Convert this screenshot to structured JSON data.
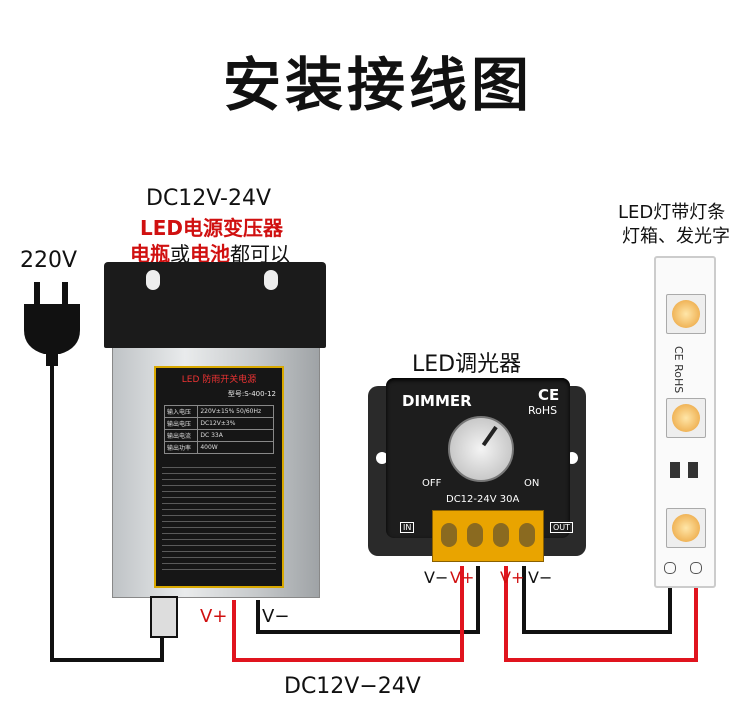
{
  "title": "安装接线图",
  "power_supply": {
    "voltage_range": "DC12V-24V",
    "name": "LED电源变压器",
    "alt_line_part1": "电瓶",
    "alt_line_part2": "或",
    "alt_line_part3": "电池",
    "alt_line_part4": "都可以",
    "label_title": "LED 防雨开关电源",
    "model": "型号:S-400-12",
    "spec_rows": [
      [
        "输入电压",
        "220V±15% 50/60Hz"
      ],
      [
        "输出电压",
        "DC12V±3%"
      ],
      [
        "输出电流",
        "DC 33A"
      ],
      [
        "输出功率",
        "400W"
      ]
    ],
    "terminal_vplus": "V+",
    "terminal_vminus": "V−"
  },
  "mains": {
    "voltage": "220V"
  },
  "dimmer": {
    "label": "LED调光器",
    "brand": "DIMMER",
    "cert": "CE",
    "rohs": "RoHS",
    "off": "OFF",
    "on": "ON",
    "rating": "DC12-24V 30A",
    "in_label": "IN",
    "out_label": "OUT",
    "in_vminus": "V−",
    "in_vplus": "V+",
    "out_vplus": "V+",
    "out_vminus": "V−"
  },
  "led_strip": {
    "label_line1": "LED灯带灯条",
    "label_line2": "灯箱、发光字",
    "cert_text": "CE RoHS"
  },
  "bottom_voltage": "DC12V−24V",
  "colors": {
    "wire_red": "#e0141e",
    "wire_black": "#111111"
  }
}
